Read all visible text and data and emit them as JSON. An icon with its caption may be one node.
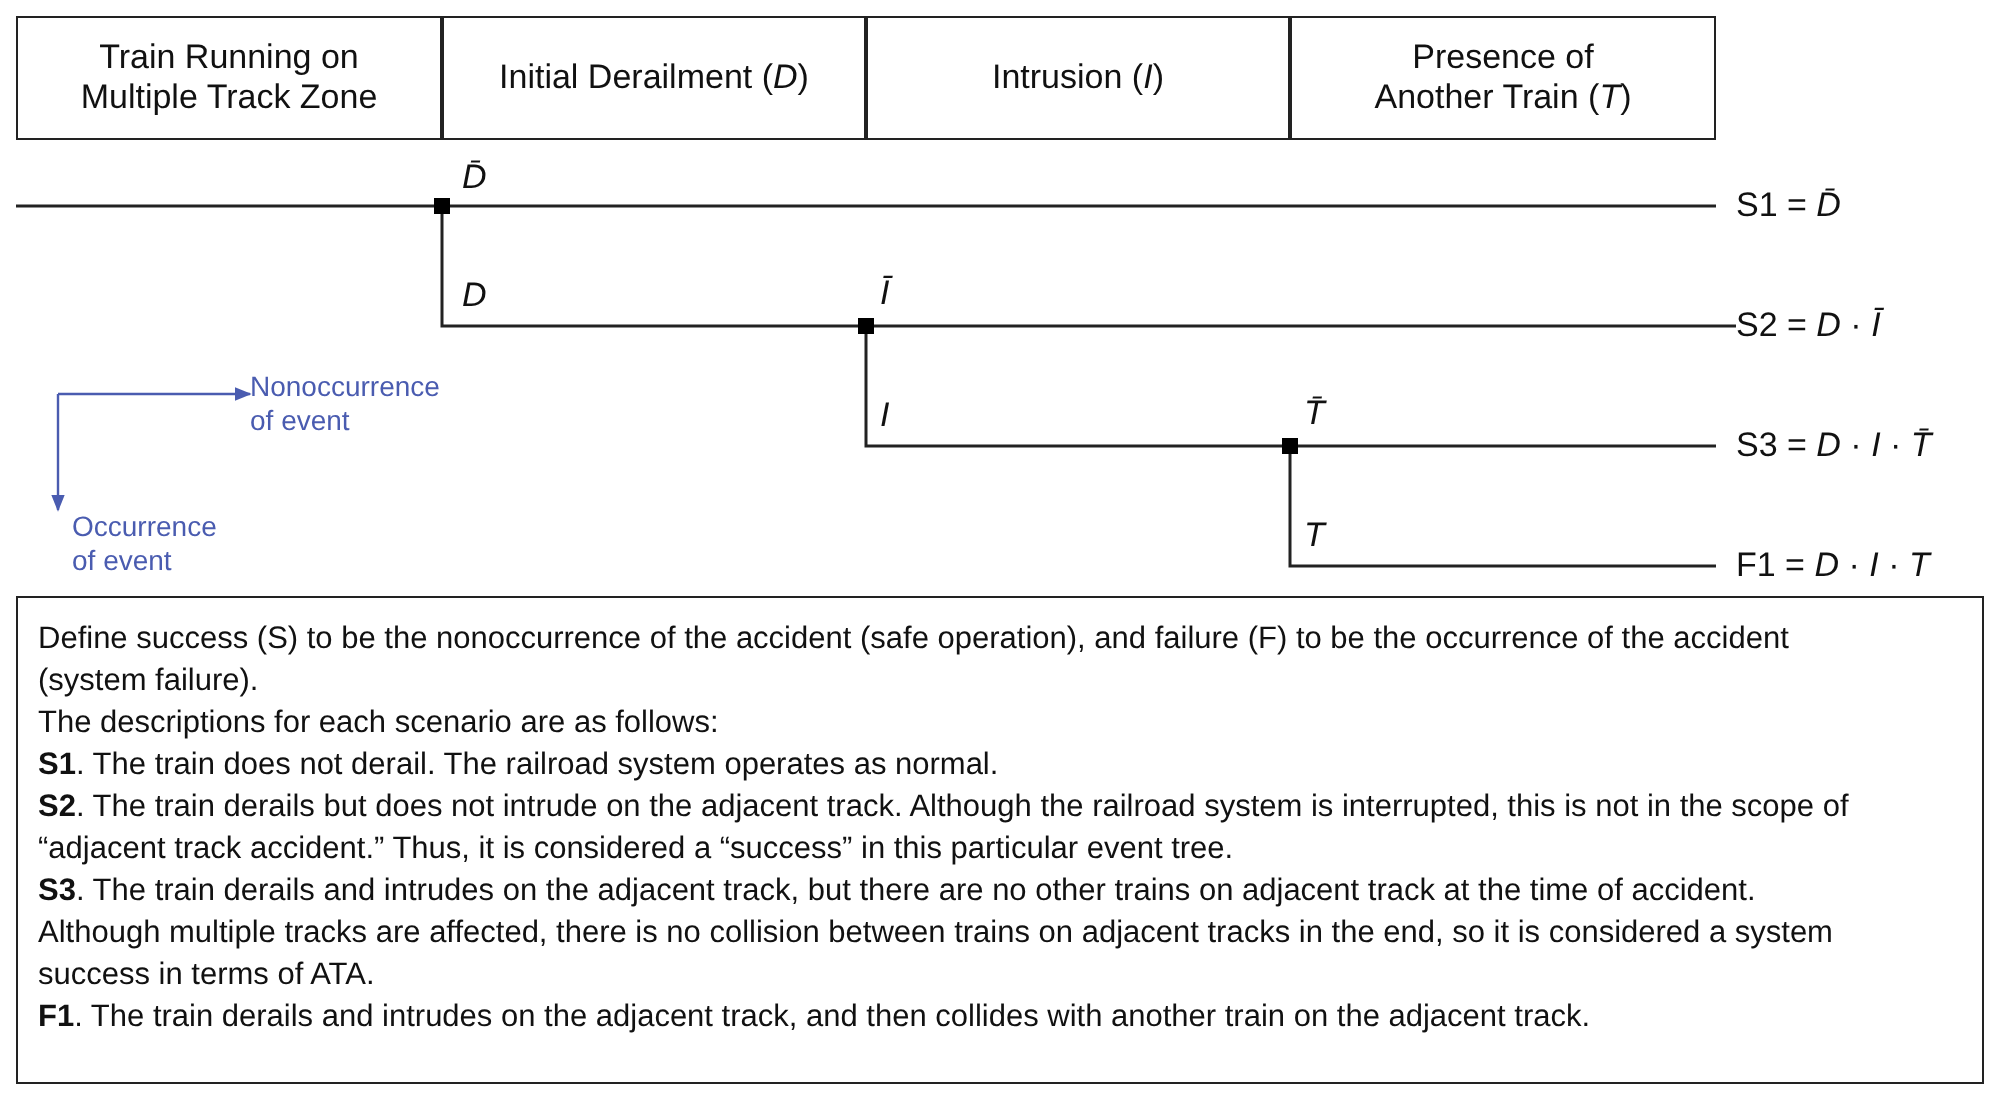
{
  "diagram": {
    "nodes": [
      {
        "text": [
          "Train Running on Multiple Track Zone"
        ]
      },
      {
        "text": [
          "Initial Derailment (*D*)"
        ]
      },
      {
        "text": [
          "Intrusion (*I*)"
        ]
      },
      {
        "text": [
          "Presence of Another Train (*T*)"
        ]
      },
      {
        "text": [],
        "shape": "box"
      },
      {
        "text": [],
        "shape": "box"
      },
      {
        "text": [],
        "shape": "box"
      },
      {
        "text": [
          "S1 = *D̄*"
        ]
      },
      {
        "text": [
          "S2 = *D* · *Ī*"
        ]
      },
      {
        "text": [
          "S3 = *D* · *I* · *T̄*"
        ]
      },
      {
        "text": [
          "F1 = *D* · *I* · *T*"
        ]
      },
      {
        "text": [
          "Nonoccurrence of event"
        ]
      },
      {
        "text": [
          "Occurrence of event"
        ]
      },
      {
        "text": [
          "Define success (S) to be the nonoccurrence of the accident (safe operation), and failure (F) to be the occurrence of the accident (system failure).",
          "The descriptions for each scenario are as follows:",
          "**S1**. The train does not derail. The railroad system operates as normal.",
          "**S2**. The train derails but does not intrude on the adjacent track. Although the railroad system is interrupted, this is not in the scope of “adjacent track accident.” Thus, it is considered a “success” in this particular event tree.",
          "**S3**. The train derails and intrudes on the adjacent track, but there are no other trains on adjacent track at the time of accident. Although multiple tracks are affected, there is no collision between trains on adjacent tracks in the end, so it is considered a system success in terms of ATA.",
          "**F1**. The train derails and intrudes on the adjacent track, and then collides with another train on the adjacent track."
        ]
      }
    ],
    "edges": [
      {
        "from": null,
        "to": 4,
        "arrow": "none"
      },
      {
        "from": 4,
        "to": 7,
        "arrow": "none",
        "label": "*D̄*"
      },
      {
        "from": 4,
        "to": 5,
        "arrow": "none",
        "label": "*D*"
      },
      {
        "from": 5,
        "to": 8,
        "arrow": "none",
        "label": "*Ī*"
      },
      {
        "from": 5,
        "to": 6,
        "arrow": "none",
        "label": "*I*"
      },
      {
        "from": 6,
        "to": 9,
        "arrow": "none",
        "label": "*T̄*"
      },
      {
        "from": 6,
        "to": 10,
        "arrow": "none",
        "label": "*T*"
      },
      {
        "from": null,
        "to": 11,
        "arrow": "to",
        "color": "#4a5cb0"
      },
      {
        "from": null,
        "to": 12,
        "arrow": "to",
        "color": "#4a5cb0"
      }
    ]
  }
}
